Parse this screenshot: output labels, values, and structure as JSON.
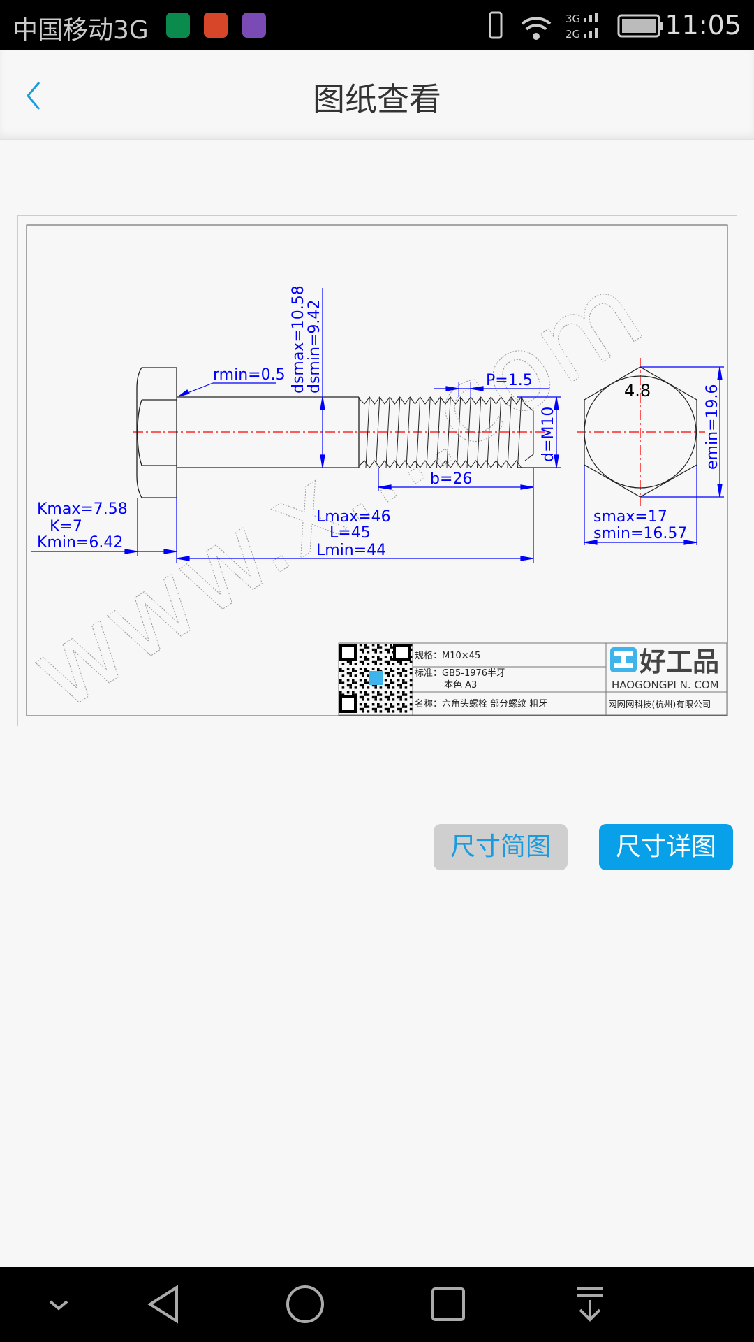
{
  "status_bar": {
    "carrier": "中国移动3G",
    "time": "11:05",
    "network_top": "3G",
    "network_bottom": "2G",
    "app_icons": [
      {
        "name": "eye-app-icon",
        "color": "#0b8a4e"
      },
      {
        "name": "health-app-icon",
        "color": "#d8462a"
      },
      {
        "name": "gallery-app-icon",
        "color": "#7b4bb5"
      }
    ]
  },
  "header": {
    "title": "图纸查看",
    "accent": "#1a9be0"
  },
  "drawing": {
    "dims": {
      "rmin": "rmin=0.5",
      "dsmax": "dsmax=10.58",
      "dsmin": "dsmin=9.42",
      "pitch": "P=1.5",
      "d": "d=M10",
      "b": "b=26",
      "kmax": "Kmax=7.58",
      "k": "K=7",
      "kmin": "Kmin=6.42",
      "lmax": "Lmax=46",
      "l": "L=45",
      "lmin": "Lmin=44",
      "grade": "4.8",
      "emin": "emin=19.6",
      "smax": "smax=17",
      "smin": "smin=16.57"
    },
    "dim_color": "#0000ff",
    "centerline_color": "#ff0000",
    "watermark": "www.x....com",
    "title_block": {
      "spec_label": "规格：",
      "spec": "M10×45",
      "standard_label": "标准：",
      "standard": "GB5-1976半牙",
      "finish": "本色 A3",
      "name_label": "名称：",
      "name": "六角头螺栓 部分螺纹 粗牙",
      "brand": "好工品",
      "brand_url": "HAOGONGPI N. COM",
      "company": "网网网科技(杭州)有限公司",
      "brand_color": "#3db4ea"
    }
  },
  "buttons": {
    "simple": "尺寸简图",
    "detail": "尺寸详图"
  }
}
